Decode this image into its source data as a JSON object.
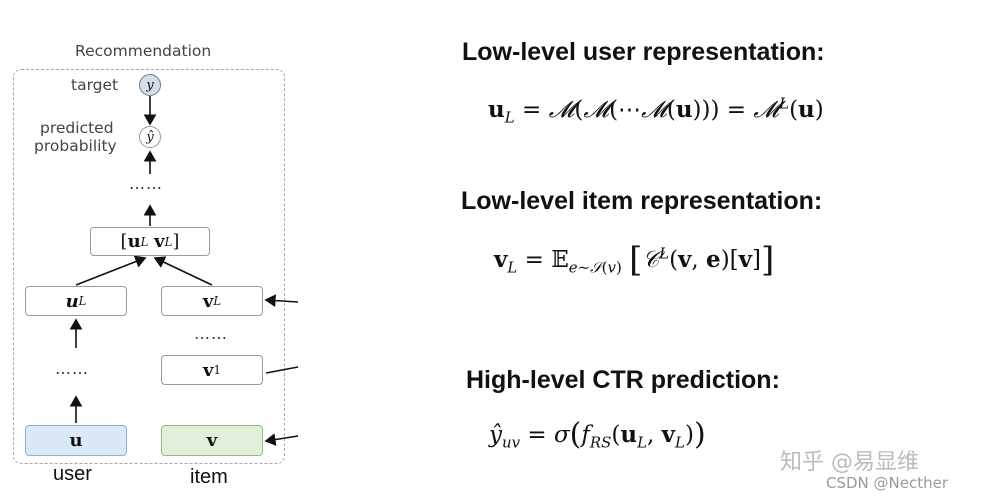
{
  "diagram": {
    "title": "Recommendation",
    "target_label": "target",
    "target_symbol": "y",
    "predicted_label_line1": "predicted",
    "predicted_label_line2": "probability",
    "predicted_symbol": "ŷ",
    "ellipsis": "……",
    "concat_node": "[u_L v_L]",
    "user_rep_node": "u_L",
    "item_rep_node": "v_L",
    "item_rep1_node": "v_1",
    "user_node": "u",
    "item_node": "v",
    "user_label": "user",
    "item_label": "item",
    "colors": {
      "user_fill": "#dbe8f6",
      "user_border": "#8fb2d8",
      "item_fill": "#e2efda",
      "item_border": "#8fbe7b",
      "target_fill": "#d6dcec"
    }
  },
  "sections": [
    {
      "heading": "Low-level user representation:",
      "equation": "u_L = M(M(⋯M(u))) = M^L(u)"
    },
    {
      "heading": "Low-level item representation:",
      "equation": "v_L = E_{e∼S(v)} [ C^L(v, e)[v] ]"
    },
    {
      "heading": "High-level CTR prediction:",
      "equation": "ŷ_uv = σ( f_RS(u_L, v_L) )"
    }
  ],
  "watermark": {
    "line1": "知乎 @易显维",
    "line2": "CSDN @Necther"
  }
}
